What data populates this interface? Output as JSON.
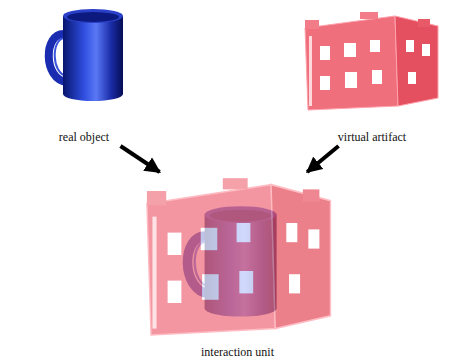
{
  "diagram": {
    "nodes": [
      {
        "text": [
          "real object"
        ]
      },
      {
        "text": [
          "virtual artifact"
        ]
      },
      {
        "text": [
          "interaction unit"
        ]
      }
    ],
    "edges": [
      {
        "from": 0,
        "to": 2,
        "arrow": "to"
      },
      {
        "from": 1,
        "to": 2,
        "arrow": "to"
      }
    ]
  }
}
